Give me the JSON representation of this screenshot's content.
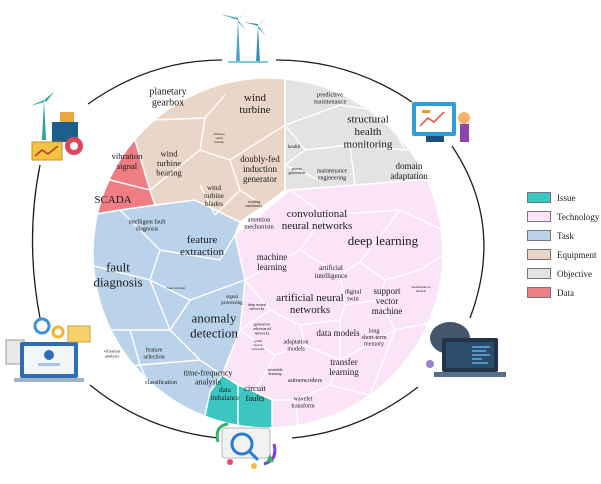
{
  "legend": [
    {
      "label": "Issue",
      "color": "#3cc6c2"
    },
    {
      "label": "Technology",
      "color": "#fbe4f8"
    },
    {
      "label": "Task",
      "color": "#bad3ea"
    },
    {
      "label": "Equipment",
      "color": "#ead6c8"
    },
    {
      "label": "Objective",
      "color": "#e3e3e3"
    },
    {
      "label": "Data",
      "color": "#ee7e83"
    }
  ],
  "regions": {
    "data": {
      "color": "#ee7e83",
      "labels": {
        "vibration_signal": [
          "vibration",
          "signal"
        ],
        "scada": "SCADA"
      }
    },
    "equipment": {
      "color": "#ead6c8",
      "labels": {
        "planetary_gearbox": [
          "planetary",
          "gearbox"
        ],
        "wind_turbine": [
          "wind",
          "turbine"
        ],
        "wind_turbine_bearing": [
          "wind",
          "turbine",
          "bearing"
        ],
        "doubly_fed": [
          "doubly-fed",
          "induction",
          "generator"
        ],
        "offshore": [
          "offshore",
          "wind",
          "turbine"
        ],
        "wind_turbine_blades": [
          "wind",
          "turbine",
          "blades"
        ],
        "rotating_machinery": [
          "rotating",
          "machinery"
        ]
      }
    },
    "objective": {
      "color": "#e3e3e3",
      "labels": {
        "predictive_maintenance": [
          "predictive",
          "maintenance"
        ],
        "structural_health": [
          "structural",
          "health",
          "monitoring"
        ],
        "health": "health",
        "power_generation": [
          "power",
          "generation"
        ],
        "maintenance_engineering": [
          "maintenance",
          "engineering"
        ],
        "domain_adaptation": [
          "domain",
          "adaptation"
        ]
      }
    },
    "task": {
      "color": "#bad3ea",
      "labels": {
        "intelligent_fault": [
          "intelligent fault",
          "diagnosis"
        ],
        "feature_extraction": [
          "feature",
          "extraction"
        ],
        "fault_diagnosis": [
          "fault",
          "diagnosis"
        ],
        "fault_tolerant": "fault-tolerant",
        "signal_processing": [
          "signal",
          "processing"
        ],
        "anomaly_detection": [
          "anomaly",
          "detection"
        ],
        "vibration_analysis": [
          "vibration",
          "analysis"
        ],
        "feature_selection": [
          "feature",
          "selection"
        ],
        "classification": "classification",
        "time_frequency": [
          "time-frequency",
          "analysis"
        ]
      }
    },
    "issue": {
      "color": "#3cc6c2",
      "labels": {
        "data_imbalance": [
          "data",
          "imbalance"
        ],
        "circuit_faults": [
          "circuit",
          "faults"
        ]
      }
    },
    "technology": {
      "color": "#fbe4f8",
      "labels": {
        "attention": [
          "attention",
          "mechanism"
        ],
        "cnn": [
          "convolutional",
          "neural networks"
        ],
        "deep_learning": "deep learning",
        "machine_learning": [
          "machine",
          "learning"
        ],
        "artificial_intelligence": [
          "artificial",
          "intelligence"
        ],
        "mathematical_models": [
          "mathematical",
          "models"
        ],
        "deep_neural": [
          "deep neural",
          "networks"
        ],
        "ann": [
          "artificial neural",
          "networks"
        ],
        "digital_twin": [
          "digital",
          "twin"
        ],
        "svm": [
          "support",
          "vector",
          "machine"
        ],
        "gan": [
          "generative",
          "adversarial",
          "networks"
        ],
        "data_models": "data models",
        "long_short": [
          "long",
          "short-term",
          "memory"
        ],
        "graph_neural": [
          "graph",
          "neural",
          "networks"
        ],
        "adaptation_models": [
          "adaptation",
          "models"
        ],
        "transfer_learning": [
          "transfer",
          "learning"
        ],
        "ensemble_learning": [
          "ensemble",
          "learning"
        ],
        "autoencoders": "autoencoders",
        "wavelet_transform": [
          "wavelet",
          "transform"
        ]
      }
    }
  }
}
